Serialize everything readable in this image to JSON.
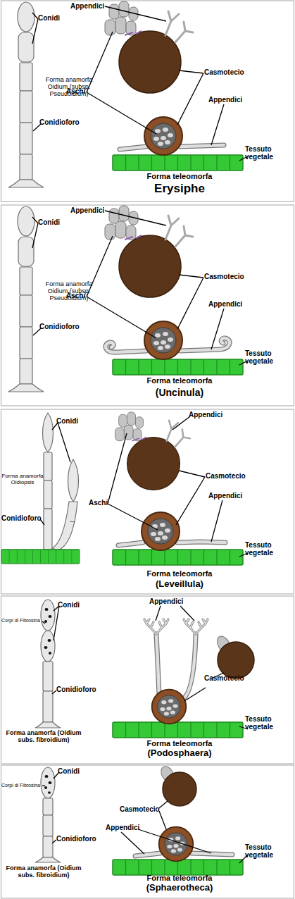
{
  "diagram": {
    "labels": [
      "Appendici",
      "Conidi",
      "Casmotecio",
      "Aschi",
      "Appendici",
      "Forma anamorfa Oidium (subsp. Pseudoidium)",
      "Conidioforo",
      "Tessuto vegetale",
      "Forma teleomorfa",
      "Erysiphe",
      "Appendici",
      "Conidi",
      "Casmotecio",
      "Aschi",
      "Appendici",
      "Forma anamorfa Oidium (subsp. Pseudoidium)",
      "Conidioforo",
      "Tessuto vegetale",
      "Forma teleomorfa",
      "(Uncinula)",
      "Conidi",
      "Appendici",
      "Casmotecio",
      "Aschi",
      "Forma anamorfa Oidiopsis",
      "Appendici",
      "Conidioforo",
      "Tessuto vegetale",
      "Forma teleomorfa",
      "(Leveillula)",
      "Appendici",
      "Conidi",
      "Corpi di Fibrosina",
      "Casmotecio",
      "Conidioforo",
      "Tessuto vegetale",
      "Forma anamorfa (Oidium subs. fibroidium)",
      "Forma teleomorfa",
      "(Podosphaera)",
      "Conidi",
      "Corpi di Fibrosina",
      "Casmotecio",
      "Appendici",
      "Tessuto vegetale",
      "Conidioforo",
      "Forma anamorfa (Oidium subs. fibroidium)",
      "Forma teleomorfa",
      "(Sphaerotheca)"
    ]
  }
}
